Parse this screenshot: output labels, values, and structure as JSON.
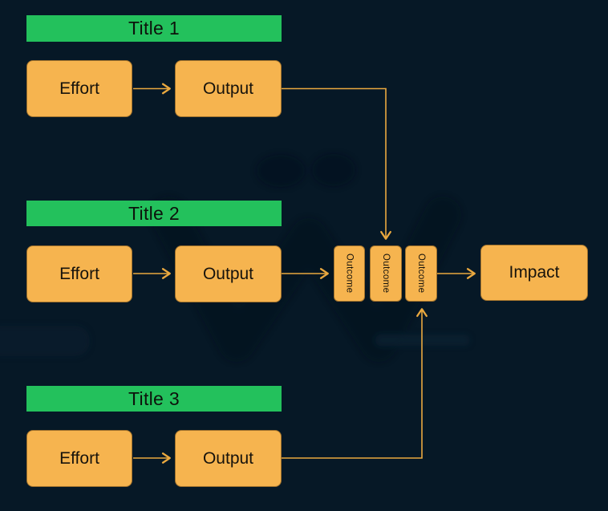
{
  "diagram": {
    "type": "flow",
    "sections": [
      {
        "title": "Title 1",
        "effort": "Effort",
        "output": "Output"
      },
      {
        "title": "Title 2",
        "effort": "Effort",
        "output": "Output"
      },
      {
        "title": "Title 3",
        "effort": "Effort",
        "output": "Output"
      }
    ],
    "outcomes": [
      "Outcome",
      "Outcome",
      "Outcome"
    ],
    "impact": "Impact",
    "connections": [
      "Effort 1 -> Output 1",
      "Output 1 -> Outcome 2 (down)",
      "Effort 2 -> Output 2",
      "Output 2 -> Outcome 1",
      "Outcome 3 -> Impact",
      "Effort 3 -> Output 3",
      "Output 3 -> Outcome 3 (up)"
    ],
    "colors": {
      "background": "#061826",
      "title_bar": "#23c15c",
      "node_fill": "#f6b44f",
      "connector": "#e9a83f",
      "text": "#17130c"
    }
  }
}
